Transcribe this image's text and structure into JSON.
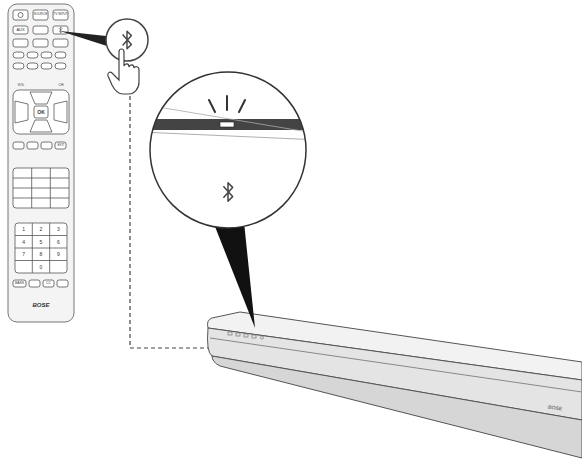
{
  "diagram": {
    "labels": [
      "SOURCE",
      "TV INPUT",
      "AUX",
      "OK",
      "VOL",
      "CH",
      "EXIT",
      "1",
      "2",
      "3",
      "4",
      "5",
      "6",
      "7",
      "8",
      "9",
      "0",
      "BASS",
      "CC",
      "BOSE",
      "BOSE"
    ]
  }
}
